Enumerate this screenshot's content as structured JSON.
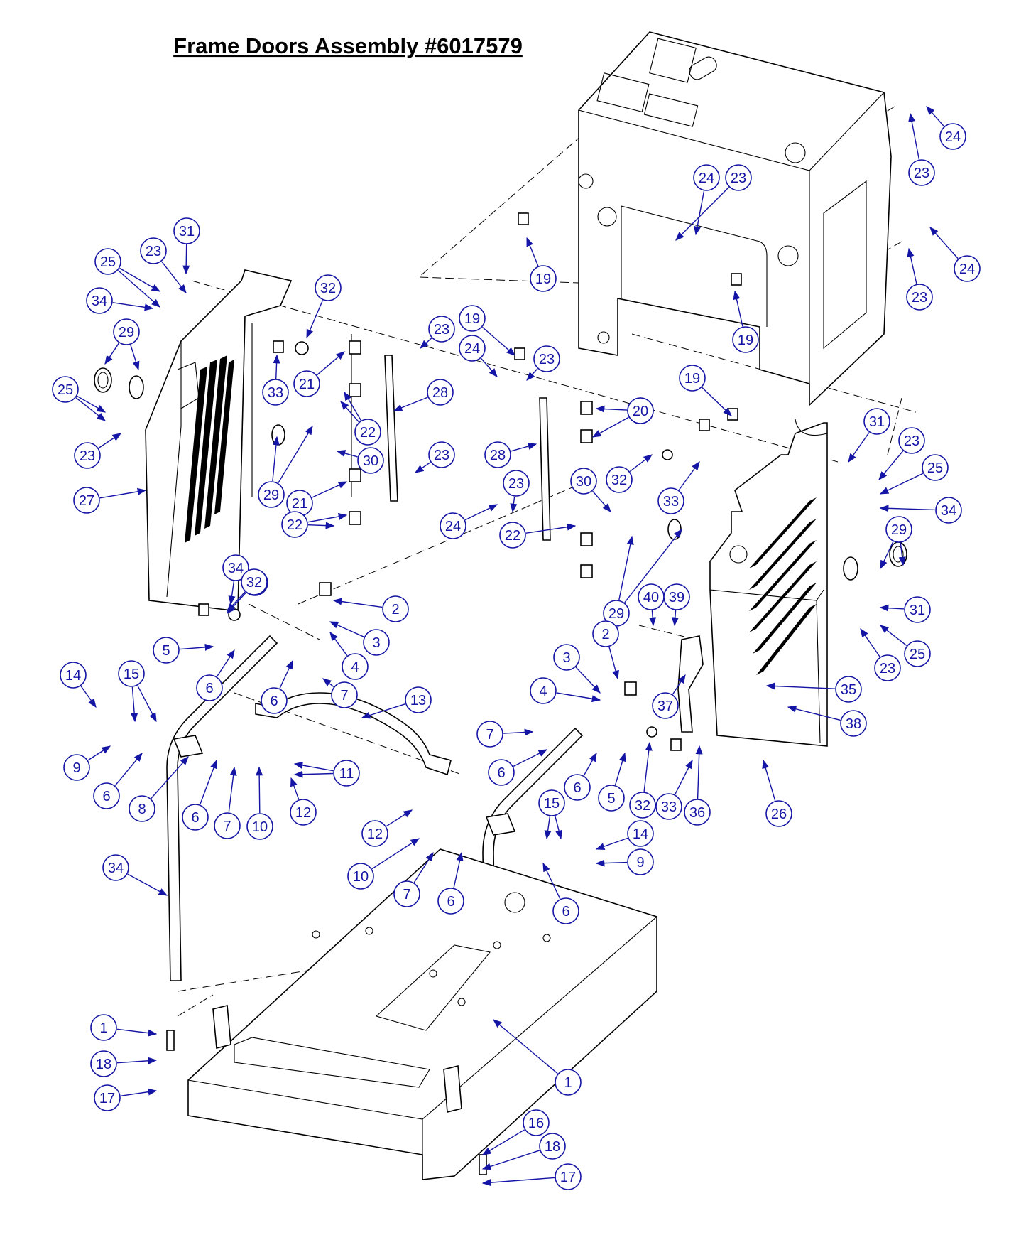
{
  "title": "Frame Doors Assembly #6017579",
  "colors": {
    "callout": "#1515a5",
    "line": "#000000",
    "background": "#ffffff"
  },
  "callouts": [
    {
      "label": "24"
    },
    {
      "label": "23"
    },
    {
      "label": "23"
    },
    {
      "label": "24"
    },
    {
      "label": "24"
    },
    {
      "label": "23"
    },
    {
      "label": "19"
    },
    {
      "label": "19"
    },
    {
      "label": "19"
    },
    {
      "label": "19"
    },
    {
      "label": "31"
    },
    {
      "label": "25"
    },
    {
      "label": "23"
    },
    {
      "label": "32"
    },
    {
      "label": "34"
    },
    {
      "label": "29"
    },
    {
      "label": "25"
    },
    {
      "label": "23"
    },
    {
      "label": "33"
    },
    {
      "label": "21"
    },
    {
      "label": "22"
    },
    {
      "label": "28"
    },
    {
      "label": "23"
    },
    {
      "label": "24"
    },
    {
      "label": "23"
    },
    {
      "label": "30"
    },
    {
      "label": "29"
    },
    {
      "label": "21"
    },
    {
      "label": "22"
    },
    {
      "label": "27"
    },
    {
      "label": "23"
    },
    {
      "label": "24"
    },
    {
      "label": "28"
    },
    {
      "label": "23"
    },
    {
      "label": "20"
    },
    {
      "label": "20"
    },
    {
      "label": "22"
    },
    {
      "label": "31"
    },
    {
      "label": "23"
    },
    {
      "label": "25"
    },
    {
      "label": "34"
    },
    {
      "label": "32"
    },
    {
      "label": "33"
    },
    {
      "label": "30"
    },
    {
      "label": "29"
    },
    {
      "label": "29"
    },
    {
      "label": "31"
    },
    {
      "label": "25"
    },
    {
      "label": "23"
    },
    {
      "label": "34"
    },
    {
      "label": "33"
    },
    {
      "label": "32"
    },
    {
      "label": "2"
    },
    {
      "label": "3"
    },
    {
      "label": "4"
    },
    {
      "label": "5"
    },
    {
      "label": "6"
    },
    {
      "label": "6"
    },
    {
      "label": "7"
    },
    {
      "label": "14"
    },
    {
      "label": "15"
    },
    {
      "label": "13"
    },
    {
      "label": "9"
    },
    {
      "label": "6"
    },
    {
      "label": "8"
    },
    {
      "label": "11"
    },
    {
      "label": "6"
    },
    {
      "label": "7"
    },
    {
      "label": "10"
    },
    {
      "label": "12"
    },
    {
      "label": "12"
    },
    {
      "label": "10"
    },
    {
      "label": "7"
    },
    {
      "label": "6"
    },
    {
      "label": "15"
    },
    {
      "label": "14"
    },
    {
      "label": "9"
    },
    {
      "label": "6"
    },
    {
      "label": "2"
    },
    {
      "label": "3"
    },
    {
      "label": "4"
    },
    {
      "label": "40"
    },
    {
      "label": "39"
    },
    {
      "label": "7"
    },
    {
      "label": "6"
    },
    {
      "label": "6"
    },
    {
      "label": "5"
    },
    {
      "label": "32"
    },
    {
      "label": "33"
    },
    {
      "label": "36"
    },
    {
      "label": "37"
    },
    {
      "label": "35"
    },
    {
      "label": "38"
    },
    {
      "label": "26"
    },
    {
      "label": "34"
    },
    {
      "label": "1"
    },
    {
      "label": "1"
    },
    {
      "label": "18"
    },
    {
      "label": "17"
    },
    {
      "label": "16"
    },
    {
      "label": "18"
    },
    {
      "label": "17"
    },
    {
      "label": "16"
    }
  ]
}
